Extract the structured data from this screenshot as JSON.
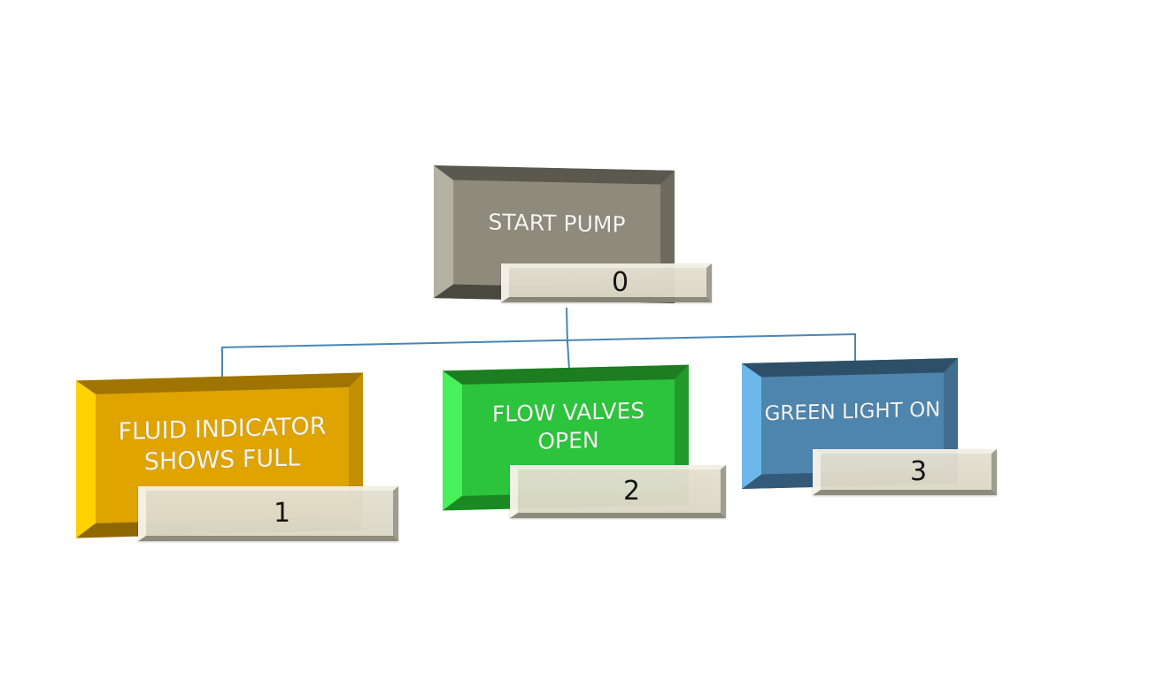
{
  "diagram": {
    "type": "hierarchy",
    "connector_color": "#4a86b4",
    "root": {
      "label": "START PUMP",
      "number": "0",
      "color": "#8e8b7d"
    },
    "children": [
      {
        "label": "FLUID INDICATOR SHOWS FULL",
        "number": "1",
        "color": "#dfa400"
      },
      {
        "label": "FLOW VALVES OPEN",
        "number": "2",
        "color": "#2cc43c"
      },
      {
        "label": "GREEN LIGHT ON",
        "number": "3",
        "color": "#4e85ad"
      }
    ]
  }
}
